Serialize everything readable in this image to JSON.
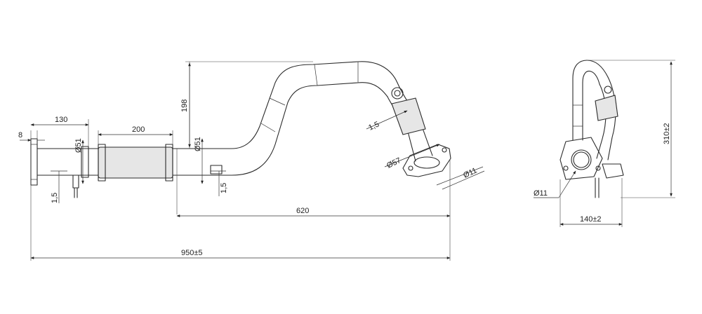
{
  "drawing": {
    "dimensions": {
      "flange_thickness": "8",
      "flange_to_ring": "130",
      "pipe_dia_left": "Ø51",
      "flex_length": "200",
      "pipe_dia_mid": "Ø51",
      "rise_height": "198",
      "wall_left": "1,5",
      "wall_mid": "1,5",
      "wall_top": "1,5",
      "flange_dia": "Ø57",
      "bolt_hole_front": "Ø11",
      "span_620": "620",
      "overall_length": "950±5",
      "side_height": "310±2",
      "bolt_hole_side": "Ø11",
      "side_width": "140±2"
    }
  }
}
